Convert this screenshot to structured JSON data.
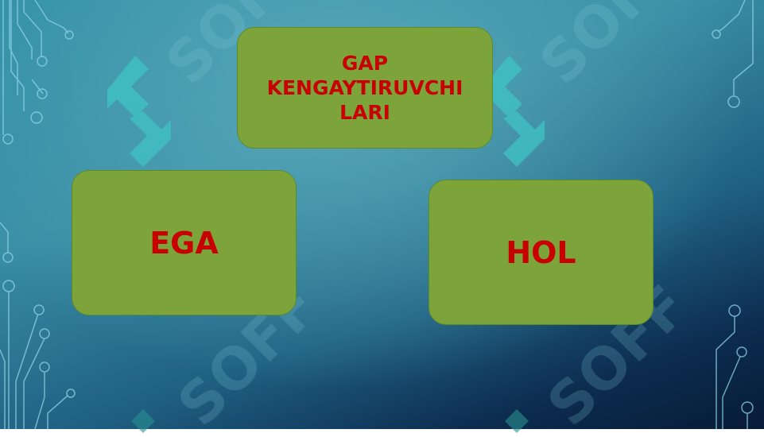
{
  "slide": {
    "title_box": {
      "text": "GAP KENGAYTIRUVCHI LARI"
    },
    "left_box": {
      "text": "EGA"
    },
    "right_box": {
      "text": "HOL"
    },
    "watermark": {
      "text": "SOFF"
    }
  },
  "colors": {
    "box_fill": "#7ca43a",
    "box_text": "#c80000",
    "background_top": "#56a6b6",
    "background_bottom": "#071b38"
  }
}
